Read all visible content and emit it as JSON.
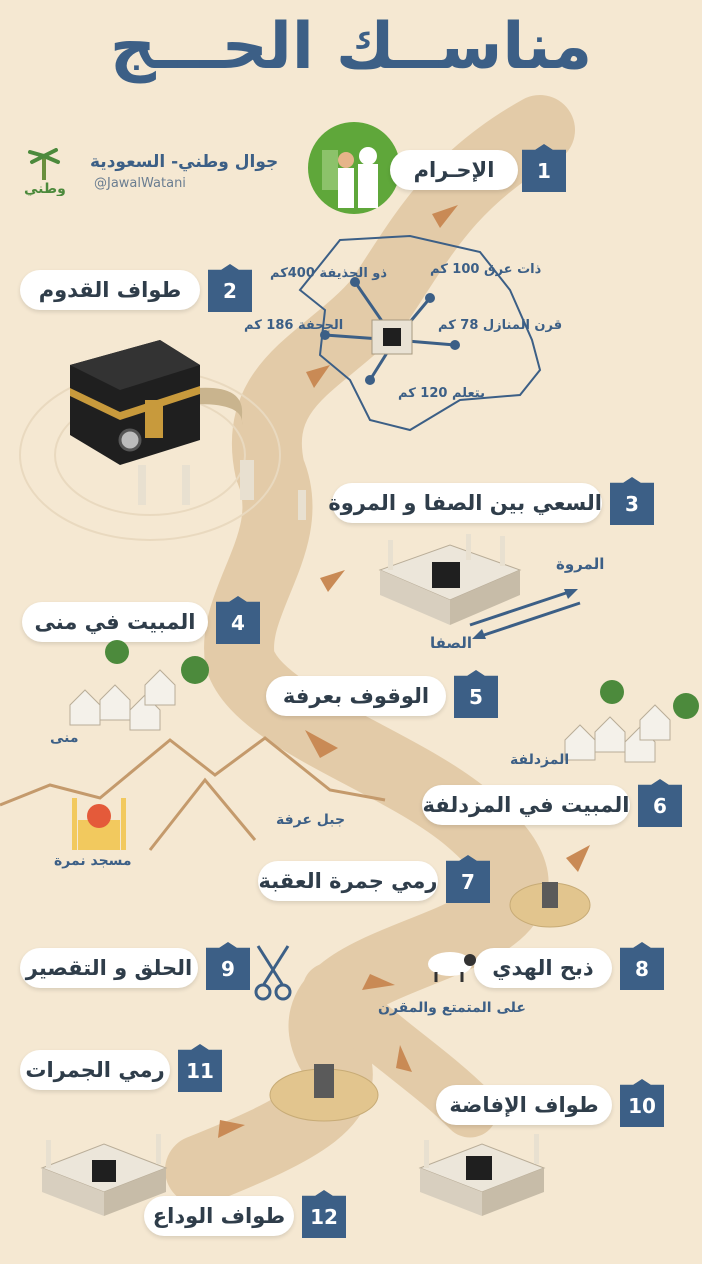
{
  "title": "مناســك الحـــج",
  "brand": {
    "name": "جوال وطني- السعودية",
    "handle": "@JawalWatani",
    "logo_text": "وطني"
  },
  "steps": [
    {
      "num": "1",
      "label": "الإحـرام"
    },
    {
      "num": "2",
      "label": "طواف القدوم"
    },
    {
      "num": "3",
      "label": "السعي بين الصفا و المروة"
    },
    {
      "num": "4",
      "label": "المبيت في منى"
    },
    {
      "num": "5",
      "label": "الوقوف بعرفة"
    },
    {
      "num": "6",
      "label": "المبيت في المزدلفة"
    },
    {
      "num": "7",
      "label": "رمي جمرة العقبة"
    },
    {
      "num": "8",
      "label": "ذبح الهدي"
    },
    {
      "num": "9",
      "label": "الحلق و التقصير"
    },
    {
      "num": "10",
      "label": "طواف الإفاضة"
    },
    {
      "num": "11",
      "label": "رمي الجمرات"
    },
    {
      "num": "12",
      "label": "طواف الوداع"
    }
  ],
  "miqat": {
    "dhat_irq": "ذات عرق 100 كم",
    "dhul_hulayfah": "ذو الحذيفة 400كم",
    "qarn": "قرن المنازل 78 كم",
    "juhfah": "الجحفة 186 كم",
    "yalamlam": "يتعلم 120 كم"
  },
  "places": {
    "marwah": "المروة",
    "safa": "الصفا",
    "mina": "منى",
    "muzdalifah": "المزدلفة",
    "jabal_arafah": "جبل عرفة",
    "namirah": "مسجد نمرة"
  },
  "note_hady": "على المتمتع والمقرن",
  "colors": {
    "primary": "#3c5f86",
    "background": "#f5e8d2",
    "path": "#e3cba8",
    "kaaba": "#1f1f1f",
    "gold": "#c89a3c"
  },
  "icons": [
    "kaaba-icon",
    "pilgrims-icon",
    "mosque-icon",
    "tents-icon",
    "palm-icon",
    "mountains-icon",
    "sheep-icon",
    "scissors-icon",
    "jamarat-icon",
    "map-icon",
    "arrow-icon"
  ]
}
